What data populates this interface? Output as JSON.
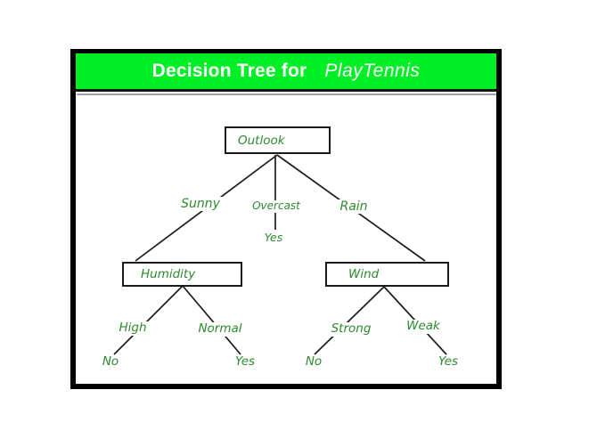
{
  "header": {
    "title_bold": "Decision Tree for",
    "title_italic": "PlayTennis"
  },
  "colors": {
    "header_green": "#00ee26",
    "label_green": "#2d8a2d",
    "line_black": "#1b1b1b",
    "shadow_gray": "#a0a0a0"
  },
  "tree": {
    "root_label": "Outlook",
    "branch_sunny": "Sunny",
    "branch_overcast": "Overcast",
    "branch_rain": "Rain",
    "overcast_leaf": "Yes",
    "humidity_label": "Humidity",
    "branch_high": "High",
    "branch_normal": "Normal",
    "high_leaf": "No",
    "normal_leaf": "Yes",
    "wind_label": "Wind",
    "branch_strong": "Strong",
    "branch_weak": "Weak",
    "strong_leaf": "No",
    "weak_leaf": "Yes"
  }
}
